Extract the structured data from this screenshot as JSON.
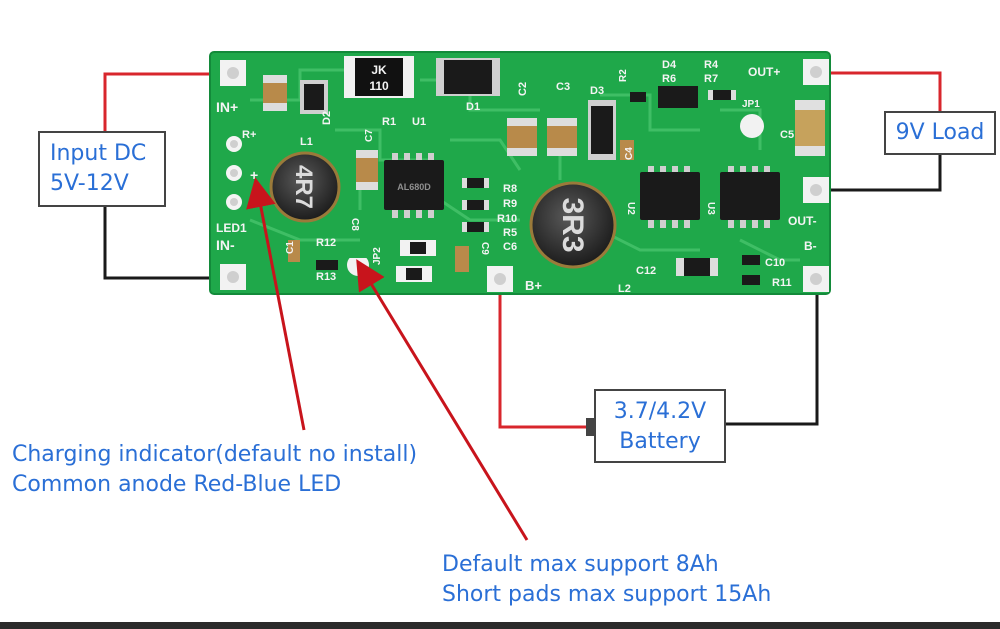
{
  "labels": {
    "input_line1": "Input DC",
    "input_line2": "5V-12V",
    "load": "9V Load",
    "battery_line1": "3.7/4.2V",
    "battery_line2": "Battery",
    "charging_line1": "Charging indicator(default no install)",
    "charging_line2": "Common anode Red-Blue LED",
    "default_line1": "Default max support 8Ah",
    "default_line2": "Short pads max support 15Ah"
  },
  "silkscreen": {
    "in_plus": "IN+",
    "in_minus": "IN-",
    "led1": "LED1",
    "out_plus": "OUT+",
    "out_minus": "OUT-",
    "b_plus": "B+",
    "b_minus": "B-",
    "r_plus": "R+",
    "plus_sign": "+",
    "l1": "L1",
    "l2": "L2",
    "inductor1": "4R7",
    "inductor2": "3R3",
    "jk_line1": "JK",
    "jk_line2": "110",
    "d1": "D1",
    "d2": "D2",
    "d3": "D3",
    "d4": "D4",
    "r1": "R1",
    "r2": "R2",
    "r4": "R4",
    "r5": "R5",
    "r6": "R6",
    "r7": "R7",
    "r8": "R8",
    "r9": "R9",
    "r10": "R10",
    "r11": "R11",
    "r12": "R12",
    "r13": "R13",
    "c1": "C1",
    "c2": "C2",
    "c3": "C3",
    "c4": "C4",
    "c5": "C5",
    "c6": "C6",
    "c7": "C7",
    "c8": "C8",
    "c9": "C9",
    "c10": "C10",
    "c12": "C12",
    "u1": "U1",
    "u2": "U2",
    "u3": "U3",
    "jp1": "JP1",
    "jp2": "JP2",
    "chip1": "AL680D"
  },
  "colors": {
    "pcb": "#1fa84a",
    "wire_red": "#d8262c",
    "wire_black": "#1a1a1a",
    "annotation_blue": "#2a6fd6",
    "arrow_red": "#c8141c"
  }
}
